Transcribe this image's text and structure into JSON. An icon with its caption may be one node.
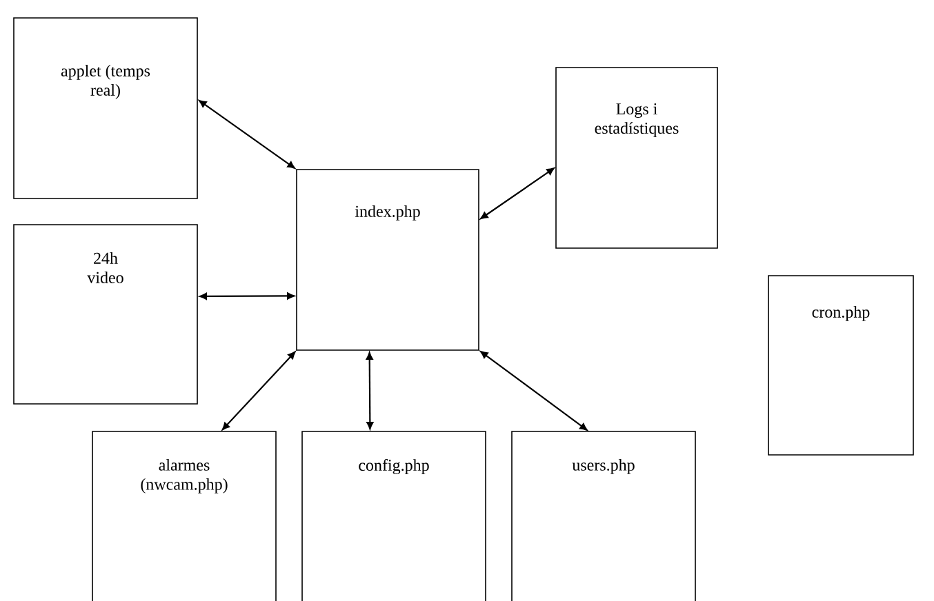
{
  "diagram": {
    "nodes": [
      {
        "text": [
          "applet (temps real)"
        ]
      },
      {
        "text": [
          "Logs i estadístiques"
        ]
      },
      {
        "text": [
          "index.php"
        ]
      },
      {
        "text": [
          "24h video"
        ]
      },
      {
        "text": [
          "cron.php"
        ]
      },
      {
        "text": [
          "alarmes (nwcam.php)"
        ]
      },
      {
        "text": [
          "config.php"
        ]
      },
      {
        "text": [
          "users.php"
        ]
      }
    ],
    "edges": [
      {
        "from": 2,
        "to": 0,
        "arrow": "both"
      },
      {
        "from": 2,
        "to": 1,
        "arrow": "both"
      },
      {
        "from": 2,
        "to": 3,
        "arrow": "both"
      },
      {
        "from": 2,
        "to": 5,
        "arrow": "both"
      },
      {
        "from": 2,
        "to": 6,
        "arrow": "both"
      },
      {
        "from": 2,
        "to": 7,
        "arrow": "both"
      }
    ]
  }
}
